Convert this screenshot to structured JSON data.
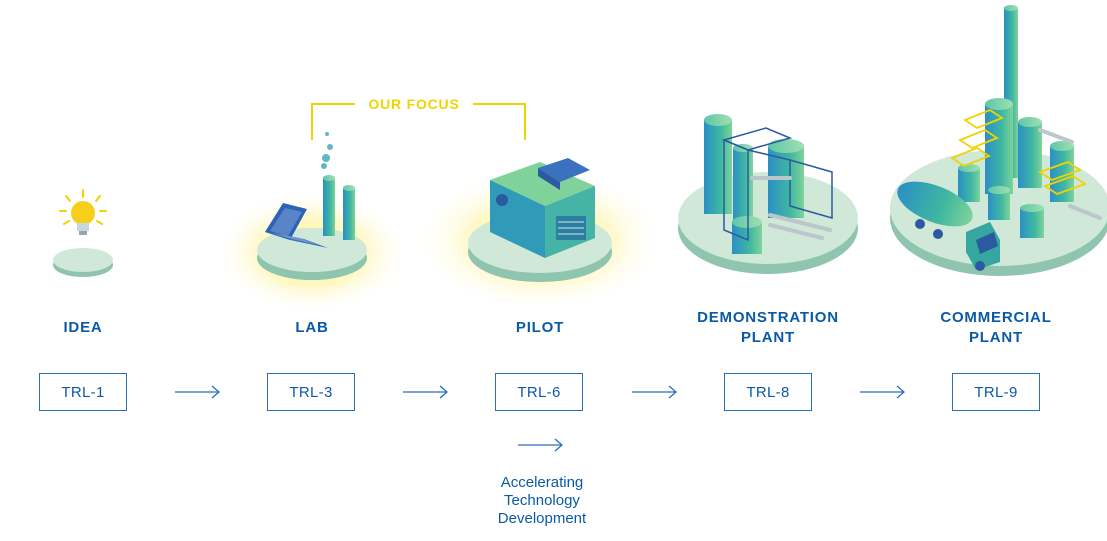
{
  "focus_label": "OUR FOCUS",
  "stages": [
    {
      "title_line1": "IDEA",
      "title_line2": "",
      "trl": "TRL-1",
      "icon": "lightbulb-icon"
    },
    {
      "title_line1": "LAB",
      "title_line2": "",
      "trl": "TRL-3",
      "icon": "laptop-lab-icon"
    },
    {
      "title_line1": "PILOT",
      "title_line2": "",
      "trl": "TRL-6",
      "icon": "pilot-unit-icon"
    },
    {
      "title_line1": "DEMONSTRATION",
      "title_line2": "PLANT",
      "trl": "TRL-8",
      "icon": "demonstration-plant-icon"
    },
    {
      "title_line1": "COMMERCIAL",
      "title_line2": "PLANT",
      "trl": "TRL-9",
      "icon": "commercial-plant-icon"
    }
  ],
  "accelerating": {
    "line1": "Accelerating",
    "line2": "Technology",
    "line3": "Development"
  },
  "colors": {
    "primary_blue": "#0b5aa6",
    "focus_yellow": "#f0d300",
    "platform_green": "#cfe8d8",
    "equipment_teal": "#3fb7a0"
  }
}
